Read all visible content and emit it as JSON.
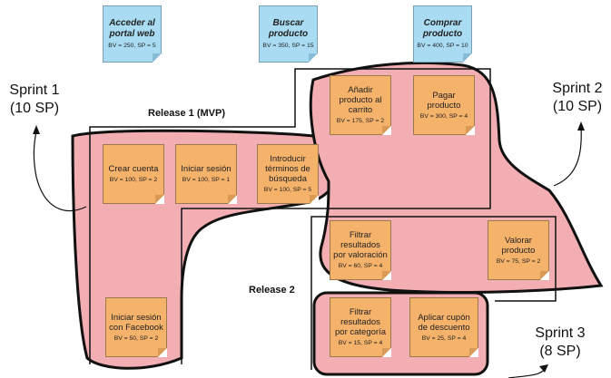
{
  "epics": [
    {
      "title": "Acceder al portal web",
      "metric": "BV = 250, SP = 5"
    },
    {
      "title": "Buscar producto",
      "metric": "BV = 350, SP = 15"
    },
    {
      "title": "Comprar producto",
      "metric": "BV = 400, SP = 10"
    }
  ],
  "stories": [
    {
      "title": "Crear cuenta",
      "metric": "BV = 100, SP = 2"
    },
    {
      "title": "Iniciar sesión",
      "metric": "BV = 100, SP = 1"
    },
    {
      "title": "Introducir términos de búsqueda",
      "metric": "BV = 100, SP = 5"
    },
    {
      "title": "Añadir producto al carrito",
      "metric": "BV = 175, SP = 2"
    },
    {
      "title": "Pagar producto",
      "metric": "BV = 300, SP = 4"
    },
    {
      "title": "Filtrar resultados por valoración",
      "metric": "BV = 60, SP = 4"
    },
    {
      "title": "Valorar producto",
      "metric": "BV = 75, SP = 2"
    },
    {
      "title": "Iniciar sesión con Facebook",
      "metric": "BV = 50, SP = 2"
    },
    {
      "title": "Filtrar resultados por categoría",
      "metric": "BV = 15, SP = 4"
    },
    {
      "title": "Aplicar cupón de descuento",
      "metric": "BV = 25, SP = 4"
    }
  ],
  "sprints": [
    {
      "name": "Sprint 1",
      "points": "(10 SP)"
    },
    {
      "name": "Sprint 2",
      "points": "(10 SP)"
    },
    {
      "name": "Sprint 3",
      "points": "(8 SP)"
    }
  ],
  "releases": [
    {
      "name": "Release 1 (MVP)"
    },
    {
      "name": "Release 2"
    }
  ],
  "colors": {
    "sprint_fill": "#f2aeb2",
    "note_orange": "#f5b26b",
    "note_blue": "#a9dcf2",
    "outline": "#111111"
  }
}
